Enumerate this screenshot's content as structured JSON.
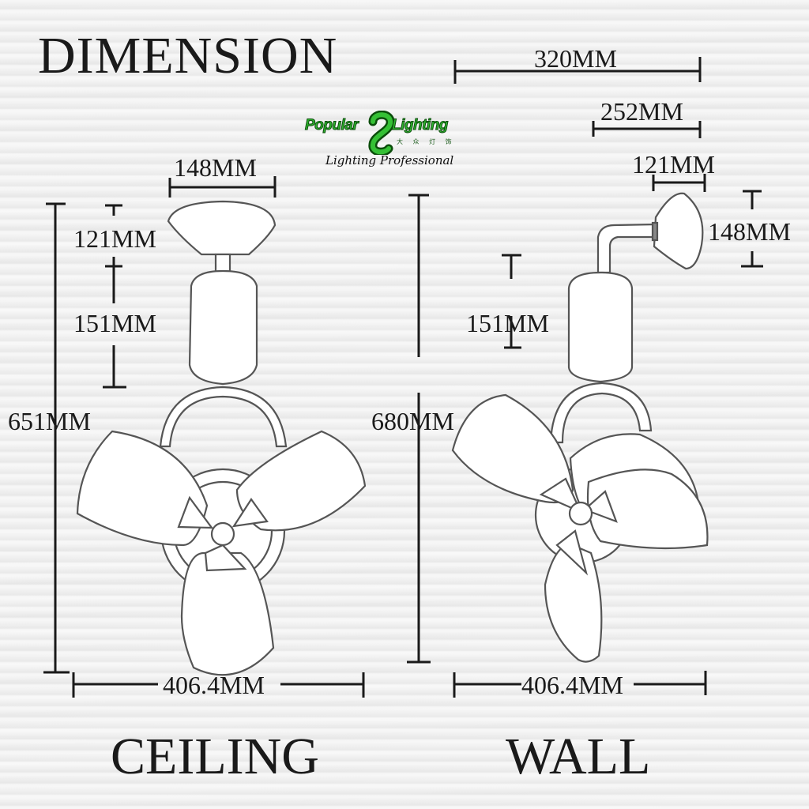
{
  "title": "DIMENSION",
  "brand": {
    "word_left": "Popular",
    "word_right": "Lighting",
    "tagline": "Lighting Professional",
    "chinese_mark": "大 众 灯 饰",
    "accent_color": "#2fb52f",
    "outline_color": "#0b4d0b"
  },
  "ceiling": {
    "caption": "CEILING",
    "canopy_width": "148MM",
    "canopy_height": "121MM",
    "motor_height": "151MM",
    "total_height": "651MM",
    "blade_span": "406.4MM"
  },
  "wall": {
    "caption": "WALL",
    "total_depth": "320MM",
    "arm_depth": "252MM",
    "mount_depth": "121MM",
    "mount_height": "148MM",
    "motor_height": "151MM",
    "total_height": "680MM",
    "blade_span": "406.4MM"
  },
  "colors": {
    "line": "#1a1a1a",
    "drawing_stroke": "#555555",
    "drawing_fill": "#ffffff",
    "background": "#ededed"
  }
}
